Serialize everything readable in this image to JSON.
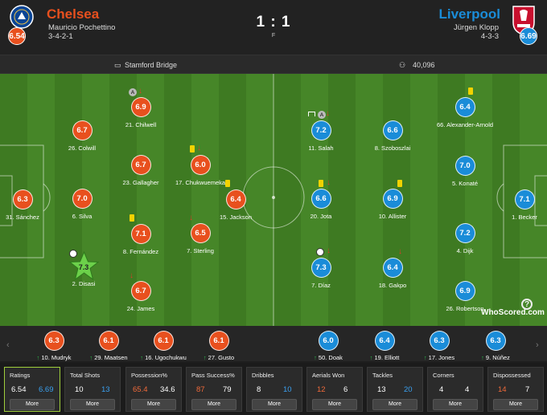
{
  "match": {
    "score": "1 : 1",
    "status": "F"
  },
  "home": {
    "name": "Chelsea",
    "manager": "Mauricio Pochettino",
    "formation": "3-4-2-1",
    "rating": "6.54",
    "color": "#e8501e"
  },
  "away": {
    "name": "Liverpool",
    "manager": "Jürgen Klopp",
    "formation": "4-3-3",
    "rating": "6.69",
    "color": "#1a8cd8"
  },
  "venue": "Stamford Bridge",
  "attendance": "40,096",
  "watermark": "WhoScored.com",
  "home_players": [
    {
      "name": "Sánchez",
      "number": "31",
      "rating": "6.3"
    },
    {
      "name": "Colwill",
      "number": "26",
      "rating": "6.7"
    },
    {
      "name": "Silva",
      "number": "6",
      "rating": "7.0"
    },
    {
      "name": "Disasi",
      "number": "2",
      "rating": "7.3"
    },
    {
      "name": "Chilwell",
      "number": "21",
      "rating": "6.9"
    },
    {
      "name": "Gallagher",
      "number": "23",
      "rating": "6.7"
    },
    {
      "name": "Fernández",
      "number": "8",
      "rating": "7.1"
    },
    {
      "name": "James",
      "number": "24",
      "rating": "6.7"
    },
    {
      "name": "Chukwuemeka",
      "number": "17",
      "rating": "6.0"
    },
    {
      "name": "Sterling",
      "number": "7",
      "rating": "6.5"
    },
    {
      "name": "Jackson",
      "number": "15",
      "rating": "6.4"
    }
  ],
  "away_players": [
    {
      "name": "Becker",
      "number": "1",
      "rating": "7.1"
    },
    {
      "name": "Alexander-Arnold",
      "number": "66",
      "rating": "6.4"
    },
    {
      "name": "Konaté",
      "number": "5",
      "rating": "7.0"
    },
    {
      "name": "Dijk",
      "number": "4",
      "rating": "7.2"
    },
    {
      "name": "Robertson",
      "number": "26",
      "rating": "6.9"
    },
    {
      "name": "Szoboszlai",
      "number": "8",
      "rating": "6.6"
    },
    {
      "name": "Allister",
      "number": "10",
      "rating": "6.9"
    },
    {
      "name": "Gakpo",
      "number": "18",
      "rating": "6.4"
    },
    {
      "name": "Salah",
      "number": "11",
      "rating": "7.2"
    },
    {
      "name": "Jota",
      "number": "20",
      "rating": "6.6"
    },
    {
      "name": "Díaz",
      "number": "7",
      "rating": "7.3"
    }
  ],
  "subs": [
    {
      "name": "Mudryk",
      "number": "10",
      "rating": "6.3",
      "team": "home"
    },
    {
      "name": "Maatsen",
      "number": "29",
      "rating": "6.1",
      "team": "home"
    },
    {
      "name": "Ugochukwu",
      "number": "16",
      "rating": "6.1",
      "team": "home"
    },
    {
      "name": "Gusto",
      "number": "27",
      "rating": "6.1",
      "team": "home"
    },
    {
      "name": "Doak",
      "number": "50",
      "rating": "6.0",
      "team": "away"
    },
    {
      "name": "Elliott",
      "number": "19",
      "rating": "6.4",
      "team": "away"
    },
    {
      "name": "Jones",
      "number": "17",
      "rating": "6.3",
      "team": "away"
    },
    {
      "name": "Núñez",
      "number": "9",
      "rating": "6.3",
      "team": "away"
    }
  ],
  "stats": [
    {
      "label": "Ratings",
      "home": "6.54",
      "away": "6.69",
      "active": true
    },
    {
      "label": "Total Shots",
      "home": "10",
      "away": "13"
    },
    {
      "label": "Possession%",
      "home": "65.4",
      "away": "34.6"
    },
    {
      "label": "Pass Success%",
      "home": "87",
      "away": "79"
    },
    {
      "label": "Dribbles",
      "home": "8",
      "away": "10"
    },
    {
      "label": "Aerials Won",
      "home": "12",
      "away": "6"
    },
    {
      "label": "Tackles",
      "home": "13",
      "away": "20"
    },
    {
      "label": "Corners",
      "home": "4",
      "away": "4"
    },
    {
      "label": "Dispossessed",
      "home": "14",
      "away": "7"
    }
  ],
  "more_label": "More"
}
